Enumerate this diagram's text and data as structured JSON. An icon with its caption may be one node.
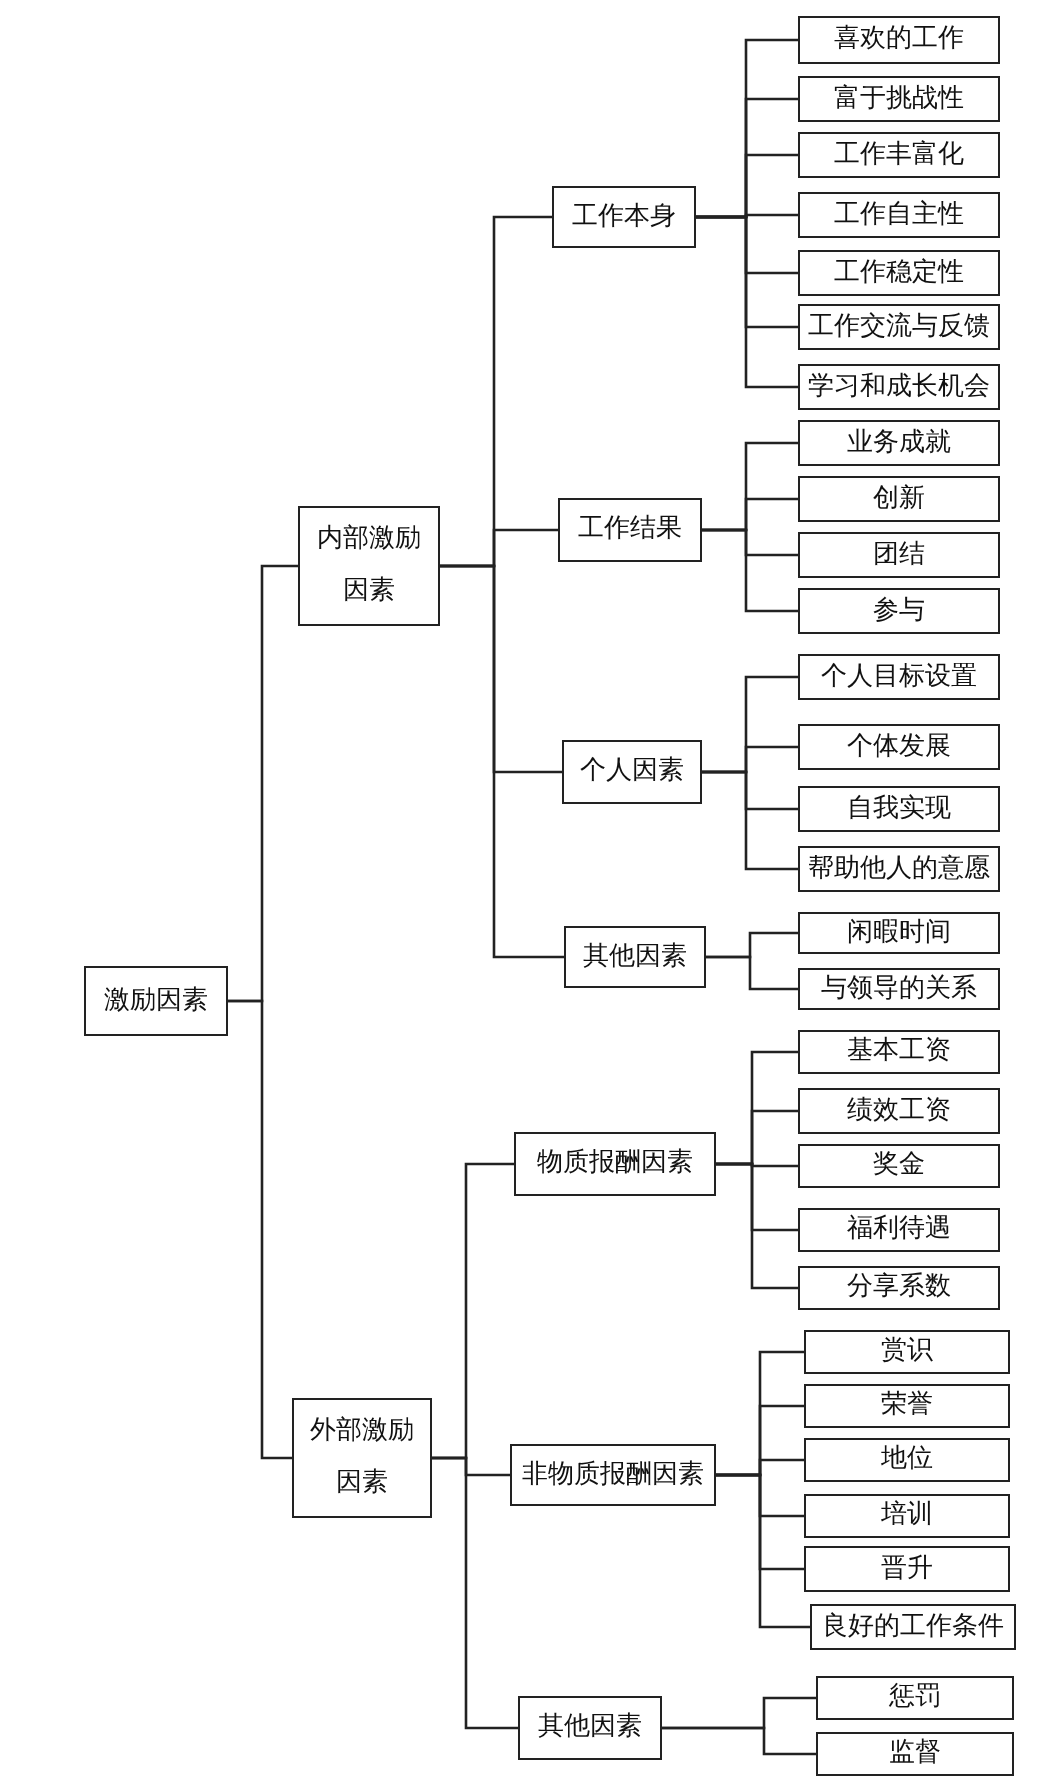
{
  "diagram": {
    "nodes": [
      {
        "text": [
          "激励因素"
        ]
      },
      {
        "text": [
          "内部激励因素"
        ]
      },
      {
        "text": [
          "工作本身"
        ]
      },
      {
        "text": [
          "喜欢的工作"
        ]
      },
      {
        "text": [
          "富于挑战性"
        ]
      },
      {
        "text": [
          "工作丰富化"
        ]
      },
      {
        "text": [
          "工作自主性"
        ]
      },
      {
        "text": [
          "工作稳定性"
        ]
      },
      {
        "text": [
          "工作交流与反馈"
        ]
      },
      {
        "text": [
          "学习和成长机会"
        ]
      },
      {
        "text": [
          "工作结果"
        ]
      },
      {
        "text": [
          "业务成就"
        ]
      },
      {
        "text": [
          "创新"
        ]
      },
      {
        "text": [
          "团结"
        ]
      },
      {
        "text": [
          "参与"
        ]
      },
      {
        "text": [
          "个人因素"
        ]
      },
      {
        "text": [
          "个人目标设置"
        ]
      },
      {
        "text": [
          "个体发展"
        ]
      },
      {
        "text": [
          "自我实现"
        ]
      },
      {
        "text": [
          "帮助他人的意愿"
        ]
      },
      {
        "text": [
          "其他因素"
        ]
      },
      {
        "text": [
          "闲暇时间"
        ]
      },
      {
        "text": [
          "与领导的关系"
        ]
      },
      {
        "text": [
          "外部激励因素"
        ]
      },
      {
        "text": [
          "物质报酬因素"
        ]
      },
      {
        "text": [
          "基本工资"
        ]
      },
      {
        "text": [
          "绩效工资"
        ]
      },
      {
        "text": [
          "奖金"
        ]
      },
      {
        "text": [
          "福利待遇"
        ]
      },
      {
        "text": [
          "分享系数"
        ]
      },
      {
        "text": [
          "非物质报酬因素"
        ]
      },
      {
        "text": [
          "赏识"
        ]
      },
      {
        "text": [
          "荣誉"
        ]
      },
      {
        "text": [
          "地位"
        ]
      },
      {
        "text": [
          "培训"
        ]
      },
      {
        "text": [
          "晋升"
        ]
      },
      {
        "text": [
          "良好的工作条件"
        ]
      },
      {
        "text": [
          "其他因素"
        ]
      },
      {
        "text": [
          "惩罚"
        ]
      },
      {
        "text": [
          "监督"
        ]
      }
    ],
    "edges": [
      {
        "from": 0,
        "to": 1,
        "arrow": "none"
      },
      {
        "from": 0,
        "to": 23,
        "arrow": "none"
      },
      {
        "from": 1,
        "to": 2,
        "arrow": "none"
      },
      {
        "from": 1,
        "to": 10,
        "arrow": "none"
      },
      {
        "from": 1,
        "to": 15,
        "arrow": "none"
      },
      {
        "from": 1,
        "to": 20,
        "arrow": "none"
      },
      {
        "from": 2,
        "to": 3,
        "arrow": "none"
      },
      {
        "from": 2,
        "to": 4,
        "arrow": "none"
      },
      {
        "from": 2,
        "to": 5,
        "arrow": "none"
      },
      {
        "from": 2,
        "to": 6,
        "arrow": "none"
      },
      {
        "from": 2,
        "to": 7,
        "arrow": "none"
      },
      {
        "from": 2,
        "to": 8,
        "arrow": "none"
      },
      {
        "from": 2,
        "to": 9,
        "arrow": "none"
      },
      {
        "from": 10,
        "to": 11,
        "arrow": "none"
      },
      {
        "from": 10,
        "to": 12,
        "arrow": "none"
      },
      {
        "from": 10,
        "to": 13,
        "arrow": "none"
      },
      {
        "from": 10,
        "to": 14,
        "arrow": "none"
      },
      {
        "from": 15,
        "to": 16,
        "arrow": "none"
      },
      {
        "from": 15,
        "to": 17,
        "arrow": "none"
      },
      {
        "from": 15,
        "to": 18,
        "arrow": "none"
      },
      {
        "from": 15,
        "to": 19,
        "arrow": "none"
      },
      {
        "from": 20,
        "to": 21,
        "arrow": "none"
      },
      {
        "from": 20,
        "to": 22,
        "arrow": "none"
      },
      {
        "from": 23,
        "to": 24,
        "arrow": "none"
      },
      {
        "from": 23,
        "to": 30,
        "arrow": "none"
      },
      {
        "from": 23,
        "to": 37,
        "arrow": "none"
      },
      {
        "from": 24,
        "to": 25,
        "arrow": "none"
      },
      {
        "from": 24,
        "to": 26,
        "arrow": "none"
      },
      {
        "from": 24,
        "to": 27,
        "arrow": "none"
      },
      {
        "from": 24,
        "to": 28,
        "arrow": "none"
      },
      {
        "from": 24,
        "to": 29,
        "arrow": "none"
      },
      {
        "from": 30,
        "to": 31,
        "arrow": "none"
      },
      {
        "from": 30,
        "to": 32,
        "arrow": "none"
      },
      {
        "from": 30,
        "to": 33,
        "arrow": "none"
      },
      {
        "from": 30,
        "to": 34,
        "arrow": "none"
      },
      {
        "from": 30,
        "to": 35,
        "arrow": "none"
      },
      {
        "from": 30,
        "to": 36,
        "arrow": "none"
      },
      {
        "from": 37,
        "to": 38,
        "arrow": "none"
      },
      {
        "from": 37,
        "to": 39,
        "arrow": "none"
      }
    ]
  }
}
